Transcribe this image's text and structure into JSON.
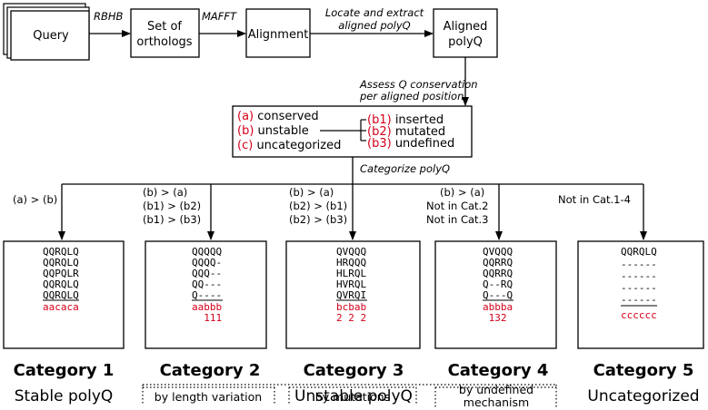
{
  "pipeline": {
    "query": "Query",
    "orthologs": [
      "Set of",
      "orthologs"
    ],
    "alignment": "Alignment",
    "aligned_polyq": [
      "Aligned",
      "polyQ"
    ],
    "edge_rbhb": "RBHB",
    "edge_mafft": "MAFFT",
    "edge_extract": [
      "Locate and extract",
      "aligned polyQ"
    ],
    "edge_assess": [
      "Assess Q conservation",
      "per aligned position"
    ],
    "edge_categorize": "Categorize polyQ"
  },
  "classes": {
    "a_code": "(a)",
    "a_label": "conserved",
    "b_code": "(b)",
    "b_label": "unstable",
    "c_code": "(c)",
    "c_label": "uncategorized",
    "b1_code": "(b1)",
    "b1_label": "inserted",
    "b2_code": "(b2)",
    "b2_label": "mutated",
    "b3_code": "(b3)",
    "b3_label": "undefined"
  },
  "conditions": {
    "cat1": [
      "(a) > (b)"
    ],
    "cat2": [
      "(b) > (a)",
      "(b1) > (b2)",
      "(b1) > (b3)"
    ],
    "cat3": [
      "(b) > (a)",
      "(b2) > (b1)",
      "(b2) > (b3)"
    ],
    "cat4": [
      "(b) > (a)",
      "Not in Cat.2",
      "Not in Cat.3"
    ],
    "cat5": [
      "Not in Cat.1-4"
    ]
  },
  "examples": {
    "cat1": {
      "seqs": [
        "QQRQLQ",
        "QQRQLQ",
        "QQPQLR",
        "QQRQLQ",
        "QQRQLQ"
      ],
      "code": "aacaca",
      "sub": ""
    },
    "cat2": {
      "seqs": [
        "QQQQQ",
        "QQQQ-",
        "QQQ--",
        "QQ---",
        "Q----"
      ],
      "code": "aabbb",
      "sub": "  111"
    },
    "cat3": {
      "seqs": [
        "QVQQQ",
        "HRQQQ",
        "HLRQL",
        "HVRQL",
        "QVRQI"
      ],
      "code": "bcbab",
      "sub": "2 2 2"
    },
    "cat4": {
      "seqs": [
        "QVQQQ",
        "QQRRQ",
        "QQRRQ",
        "Q--RQ",
        "Q---Q"
      ],
      "code": "abbba",
      "sub": " 132 "
    },
    "cat5": {
      "seqs": [
        "QQRQLQ",
        "------",
        "------",
        "------",
        "------"
      ],
      "code": "cccccc",
      "sub": ""
    }
  },
  "categories": {
    "cat1": "Category 1",
    "cat2": "Category 2",
    "cat3": "Category 3",
    "cat4": "Category 4",
    "cat5": "Category 5",
    "stable": "Stable polyQ",
    "unstable": "Unstable polyQ",
    "uncategorized": "Uncategorized",
    "by_length": "by length variation",
    "by_mutations": "by mutations",
    "by_undefined": [
      "by undefined",
      "mechanism"
    ]
  },
  "colors": {
    "highlight": "#d4001a",
    "line": "#000000"
  }
}
